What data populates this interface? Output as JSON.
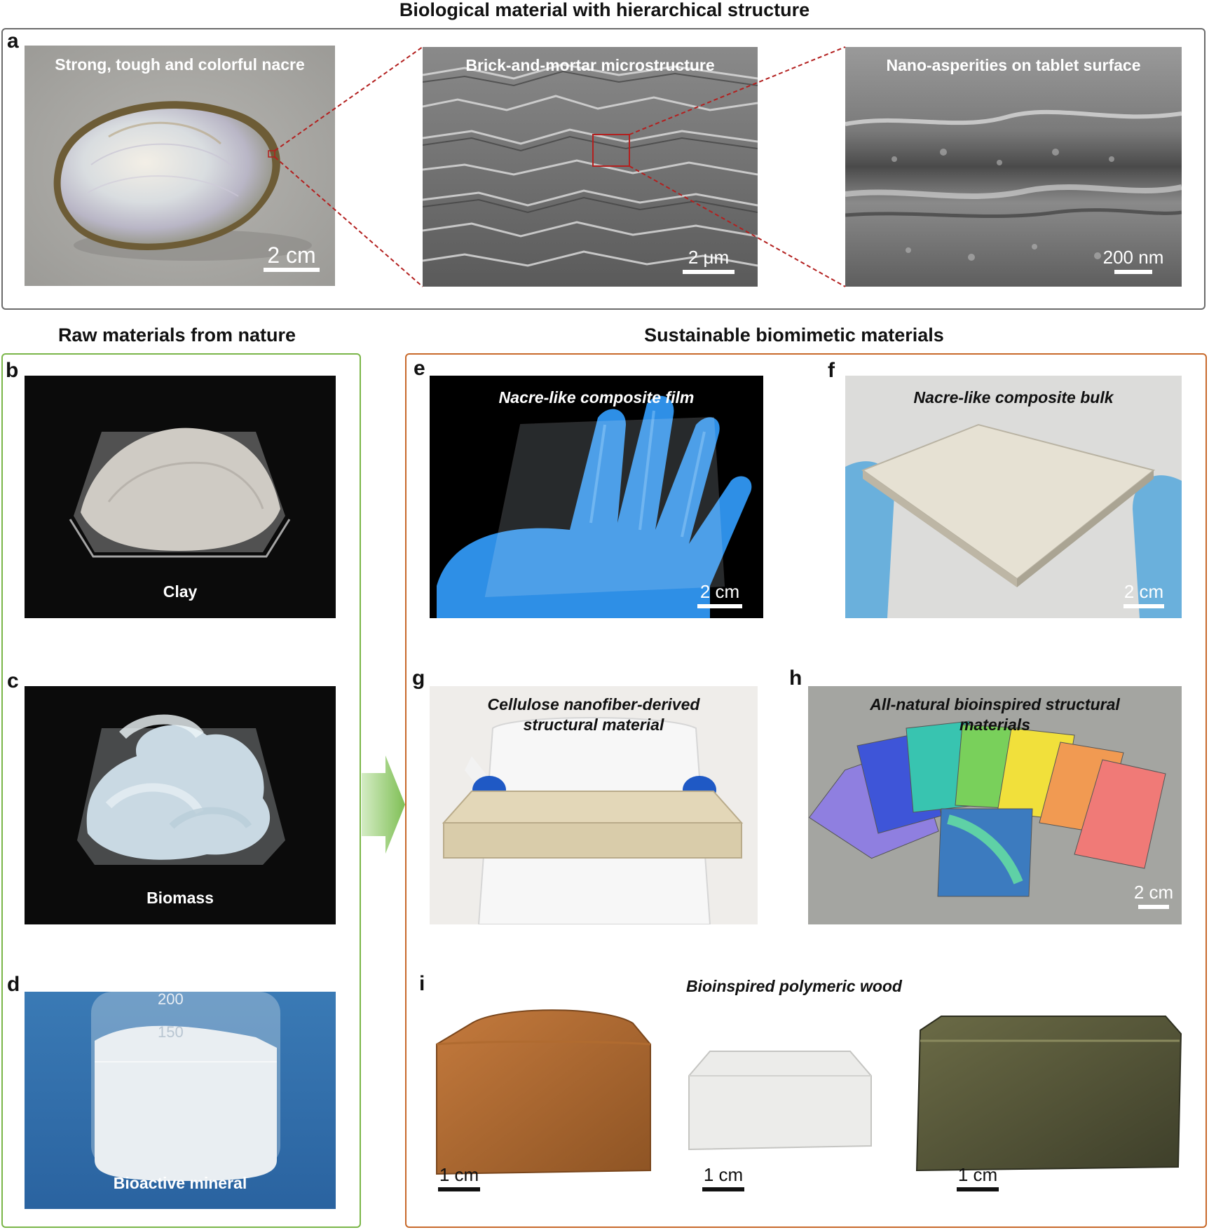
{
  "titles": {
    "top": "Biological material with hierarchical structure",
    "raw": "Raw materials from nature",
    "sustainable": "Sustainable biomimetic materials"
  },
  "colors": {
    "frame_a": "#6b6b6b",
    "frame_raw": "#7ab648",
    "frame_sustainable": "#c8692a",
    "zoom_lines": "#b3201f",
    "arrow": "#8cc46a"
  },
  "panels": {
    "a": {
      "label": "a",
      "shell": {
        "caption": "Strong, tough and colorful nacre",
        "scale": "2 cm"
      },
      "micro": {
        "caption": "Brick-and-mortar microstructure",
        "scale": "2 μm"
      },
      "nano": {
        "caption": "Nano-asperities on tablet surface",
        "scale": "200 nm"
      }
    },
    "b": {
      "label": "b",
      "caption": "Clay"
    },
    "c": {
      "label": "c",
      "caption": "Biomass"
    },
    "d": {
      "label": "d",
      "caption": "Bioactive mineral",
      "beaker_marks": [
        "200",
        "150"
      ]
    },
    "e": {
      "label": "e",
      "caption": "Nacre-like composite film",
      "scale": "2 cm"
    },
    "f": {
      "label": "f",
      "caption": "Nacre-like composite bulk",
      "scale": "2 cm"
    },
    "g": {
      "label": "g",
      "caption_line1": "Cellulose nanofiber-derived",
      "caption_line2": "structural material"
    },
    "h": {
      "label": "h",
      "caption_line1": "All-natural bioinspired structural",
      "caption_line2": "materials",
      "scale": "2 cm"
    },
    "i": {
      "label": "i",
      "caption": "Bioinspired polymeric wood",
      "scales": [
        "1 cm",
        "1 cm",
        "1 cm"
      ]
    }
  }
}
